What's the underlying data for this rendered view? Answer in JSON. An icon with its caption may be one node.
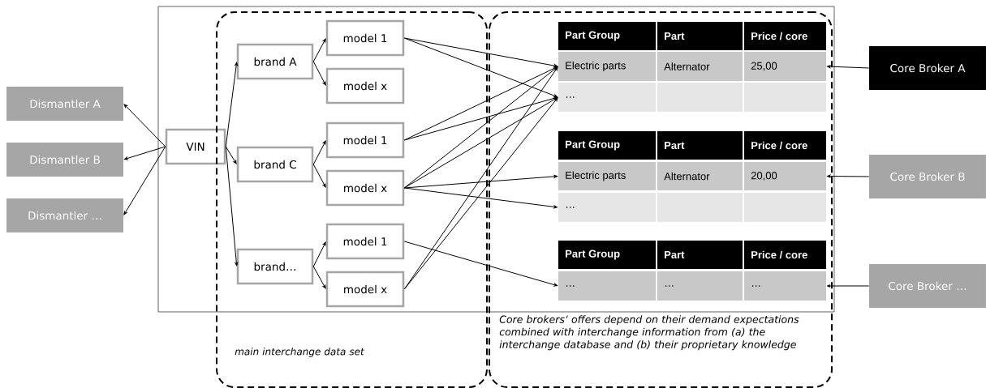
{
  "diagram": {
    "nodes": [
      {
        "text": [
          "Dismantler A"
        ]
      },
      {
        "text": [
          "Dismantler B"
        ]
      },
      {
        "text": [
          "Dismantler …"
        ]
      },
      {
        "text": [
          "VIN"
        ]
      },
      {
        "text": [
          "main interchange data set"
        ]
      },
      {
        "text": [
          "brand A"
        ],
        "in": 4
      },
      {
        "text": [
          "brand C"
        ],
        "in": 4
      },
      {
        "text": [
          "brand…"
        ],
        "in": 4
      },
      {
        "text": [
          "model 1"
        ],
        "in": 4
      },
      {
        "text": [
          "model x"
        ],
        "in": 4
      },
      {
        "text": [
          "model 1"
        ],
        "in": 4
      },
      {
        "text": [
          "model x"
        ],
        "in": 4
      },
      {
        "text": [
          "model 1"
        ],
        "in": 4
      },
      {
        "text": [
          "model x"
        ],
        "in": 4
      },
      {
        "text": [
          "Core brokers‘ offers depend on their demand expectations combined with interchange information from (a) the interchange database and (b) their proprietary knowledge"
        ]
      },
      {
        "text": [
          "Part Group",
          "Part",
          "Price / core"
        ],
        "in": 14
      },
      {
        "text": [
          "Electric parts",
          "Alternator",
          "25,00"
        ],
        "in": 14
      },
      {
        "text": [
          "…"
        ],
        "in": 14
      },
      {
        "text": [
          "Part Group",
          "Part",
          "Price / core"
        ],
        "in": 14
      },
      {
        "text": [
          "Electric parts",
          "Alternator",
          "20,00"
        ],
        "in": 14
      },
      {
        "text": [
          "…"
        ],
        "in": 14
      },
      {
        "text": [
          "Part Group",
          "Part",
          "Price / core"
        ],
        "in": 14
      },
      {
        "text": [
          "…",
          "…",
          "…"
        ],
        "in": 14
      },
      {
        "text": [
          "Core Broker A"
        ]
      },
      {
        "text": [
          "Core Broker B"
        ]
      },
      {
        "text": [
          "Core Broker …"
        ]
      }
    ],
    "edges": [
      {
        "from": 3,
        "to": 0,
        "arrow": "to"
      },
      {
        "from": 3,
        "to": 1,
        "arrow": "to"
      },
      {
        "from": 3,
        "to": 2,
        "arrow": "to"
      },
      {
        "from": 3,
        "to": 5,
        "arrow": "to"
      },
      {
        "from": 3,
        "to": 6,
        "arrow": "to"
      },
      {
        "from": 3,
        "to": 7,
        "arrow": "to"
      },
      {
        "from": 5,
        "to": 8,
        "arrow": "to"
      },
      {
        "from": 5,
        "to": 9,
        "arrow": "to"
      },
      {
        "from": 6,
        "to": 10,
        "arrow": "to"
      },
      {
        "from": 6,
        "to": 11,
        "arrow": "to"
      },
      {
        "from": 7,
        "to": 12,
        "arrow": "to"
      },
      {
        "from": 7,
        "to": 13,
        "arrow": "to"
      },
      {
        "from": 8,
        "to": 16,
        "arrow": "to"
      },
      {
        "from": 8,
        "to": 17,
        "arrow": "to"
      },
      {
        "from": 10,
        "to": 16,
        "arrow": "to"
      },
      {
        "from": 10,
        "to": 17,
        "arrow": "to"
      },
      {
        "from": 11,
        "to": 16,
        "arrow": "to"
      },
      {
        "from": 11,
        "to": 17,
        "arrow": "to"
      },
      {
        "from": 11,
        "to": 19,
        "arrow": "to"
      },
      {
        "from": 11,
        "to": 20,
        "arrow": "to"
      },
      {
        "from": 12,
        "to": 22,
        "arrow": "to"
      },
      {
        "from": 13,
        "to": 16,
        "arrow": "to"
      },
      {
        "from": 13,
        "to": 17,
        "arrow": "to"
      },
      {
        "from": 23,
        "to": 16,
        "arrow": "to"
      },
      {
        "from": 24,
        "to": 19,
        "arrow": "to"
      },
      {
        "from": 25,
        "to": 22,
        "arrow": "to"
      }
    ]
  }
}
